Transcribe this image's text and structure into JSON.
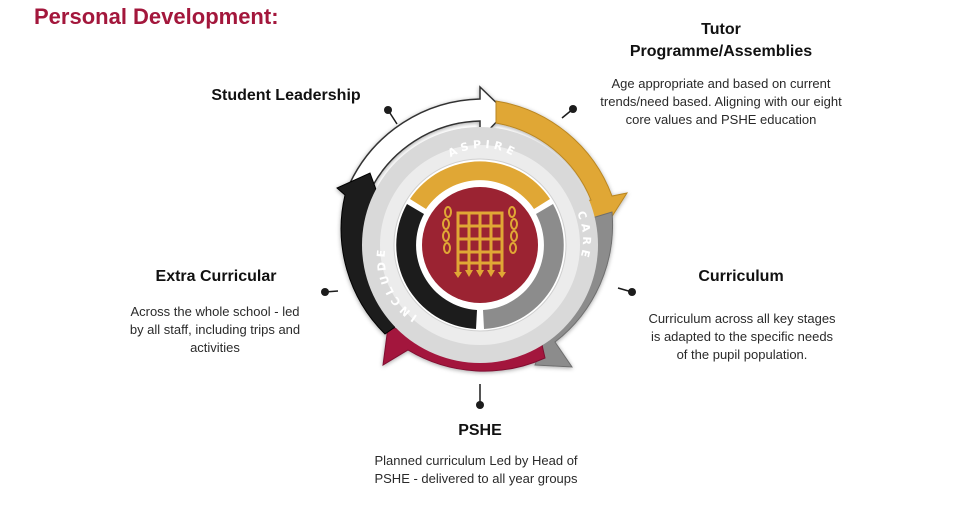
{
  "page_title": "Personal Development:",
  "segments": {
    "tutor": {
      "heading_line1": "Tutor",
      "heading_line2": "Programme/Assemblies",
      "description": "Age appropriate and based on current trends/need based. Aligning with our eight core values and PSHE education"
    },
    "leadership": {
      "heading": "Student Leadership"
    },
    "curriculum": {
      "heading": "Curriculum",
      "description": "Curriculum across all key stages is adapted to the specific needs of the pupil population."
    },
    "extra": {
      "heading": "Extra Curricular",
      "description": "Across the whole school - led by all staff, including trips and activities"
    },
    "pshe": {
      "heading": "PSHE",
      "description": "Planned curriculum Led by Head of PSHE - delivered to all year groups"
    }
  },
  "core_values": {
    "top": "ASPIRE",
    "right": "CARE",
    "left": "INCLUDE"
  },
  "colors": {
    "title": "#a3173c",
    "gold": "#e0a735",
    "grey": "#8c8c8c",
    "crimson": "#a3173c",
    "black": "#1c1c1c",
    "ring_bg": "#d9d9d9",
    "emblem_bg": "#9b2332"
  },
  "emblem_icon": "portcullis-icon"
}
